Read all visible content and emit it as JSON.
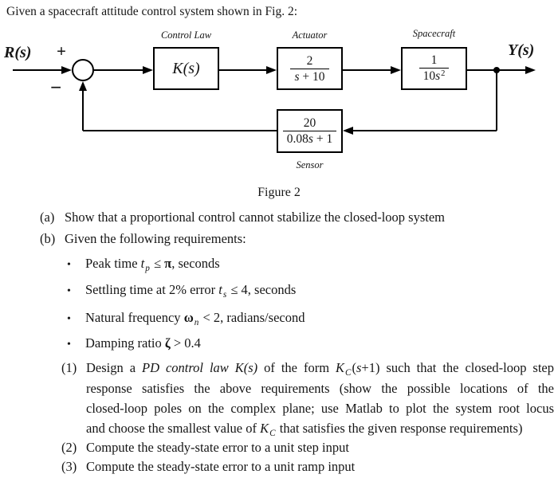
{
  "page": {
    "title": "Given a spacecraft attitude control system shown in Fig. 2:"
  },
  "diagram": {
    "caption": "Figure 2",
    "input_signal": "R(s)",
    "output_signal": "Y(s)",
    "sum_plus": "+",
    "sum_minus": "−",
    "control_law": {
      "label": "Control Law",
      "expr": "K(s)"
    },
    "actuator": {
      "label": "Actuator",
      "numerator": "2",
      "denominator": [
        {
          "t": "s",
          "s": "i"
        },
        {
          "t": " + 10",
          "s": "n"
        }
      ]
    },
    "spacecraft": {
      "label": "Spacecraft",
      "numerator": "1",
      "denominator": [
        {
          "t": "10",
          "s": "n"
        },
        {
          "t": "s",
          "s": "i"
        },
        {
          "t": "2",
          "s": "sup"
        }
      ]
    },
    "sensor": {
      "label": "Sensor",
      "numerator": "20",
      "denominator": [
        {
          "t": "0.08",
          "s": "n"
        },
        {
          "t": "s",
          "s": "i"
        },
        {
          "t": " + 1",
          "s": "n"
        }
      ]
    }
  },
  "problem": {
    "part_a_label": "(a)",
    "part_a_text": "Show that a proportional control cannot stabilize the closed-loop system",
    "part_b_label": "(b)",
    "part_b_text": "Given the following requirements:",
    "bullet_char": "•",
    "bullets": [
      {
        "segments": [
          {
            "t": "Peak time ",
            "s": "n"
          },
          {
            "t": "t",
            "s": "i"
          },
          {
            "t": "p",
            "s": "sub"
          },
          {
            "t": " ≤ ",
            "s": "n"
          },
          {
            "t": "π",
            "s": "b"
          },
          {
            "t": ", seconds",
            "s": "n"
          }
        ]
      },
      {
        "segments": [
          {
            "t": "Settling time at 2% error ",
            "s": "n"
          },
          {
            "t": "t",
            "s": "i"
          },
          {
            "t": "s",
            "s": "sub"
          },
          {
            "t": " ≤ 4, seconds",
            "s": "n"
          }
        ]
      },
      {
        "segments": [
          {
            "t": "Natural frequency ",
            "s": "n"
          },
          {
            "t": "ω",
            "s": "b"
          },
          {
            "t": "n",
            "s": "sub"
          },
          {
            "t": " < 2, radians/second",
            "s": "n"
          }
        ]
      },
      {
        "segments": [
          {
            "t": "Damping ratio ",
            "s": "n"
          },
          {
            "t": "ζ",
            "s": "b"
          },
          {
            "t": " > 0.4",
            "s": "n"
          }
        ]
      }
    ],
    "item1_label": "(1)",
    "item1_lines": [
      {
        "segments": [
          {
            "t": "Design a ",
            "s": "n"
          },
          {
            "t": "PD control law K(s)",
            "s": "i"
          },
          {
            "t": " of the form ",
            "s": "n"
          },
          {
            "t": "K",
            "s": "i"
          },
          {
            "t": "C",
            "s": "sub"
          },
          {
            "t": "(",
            "s": "n"
          },
          {
            "t": "s",
            "s": "i"
          },
          {
            "t": "+1)",
            "s": "n"
          },
          {
            "t": " such that the closed-loop step",
            "s": "n"
          }
        ]
      },
      {
        "segments": [
          {
            "t": "response satisfies the above requirements (show the possible locations of the",
            "s": "n"
          }
        ]
      },
      {
        "segments": [
          {
            "t": "closed-loop poles on the complex plane; use Matlab to plot the system root locus",
            "s": "n"
          }
        ]
      },
      {
        "segments": [
          {
            "t": "and choose the smallest value of ",
            "s": "n"
          },
          {
            "t": "K",
            "s": "i"
          },
          {
            "t": "C",
            "s": "sub"
          },
          {
            "t": " that satisfies the given response requirements)",
            "s": "n"
          }
        ]
      }
    ],
    "item2_label": "(2)",
    "item2_text": "Compute the steady-state error to a unit step input",
    "item3_label": "(3)",
    "item3_text": "Compute the steady-state error to a unit ramp input"
  }
}
